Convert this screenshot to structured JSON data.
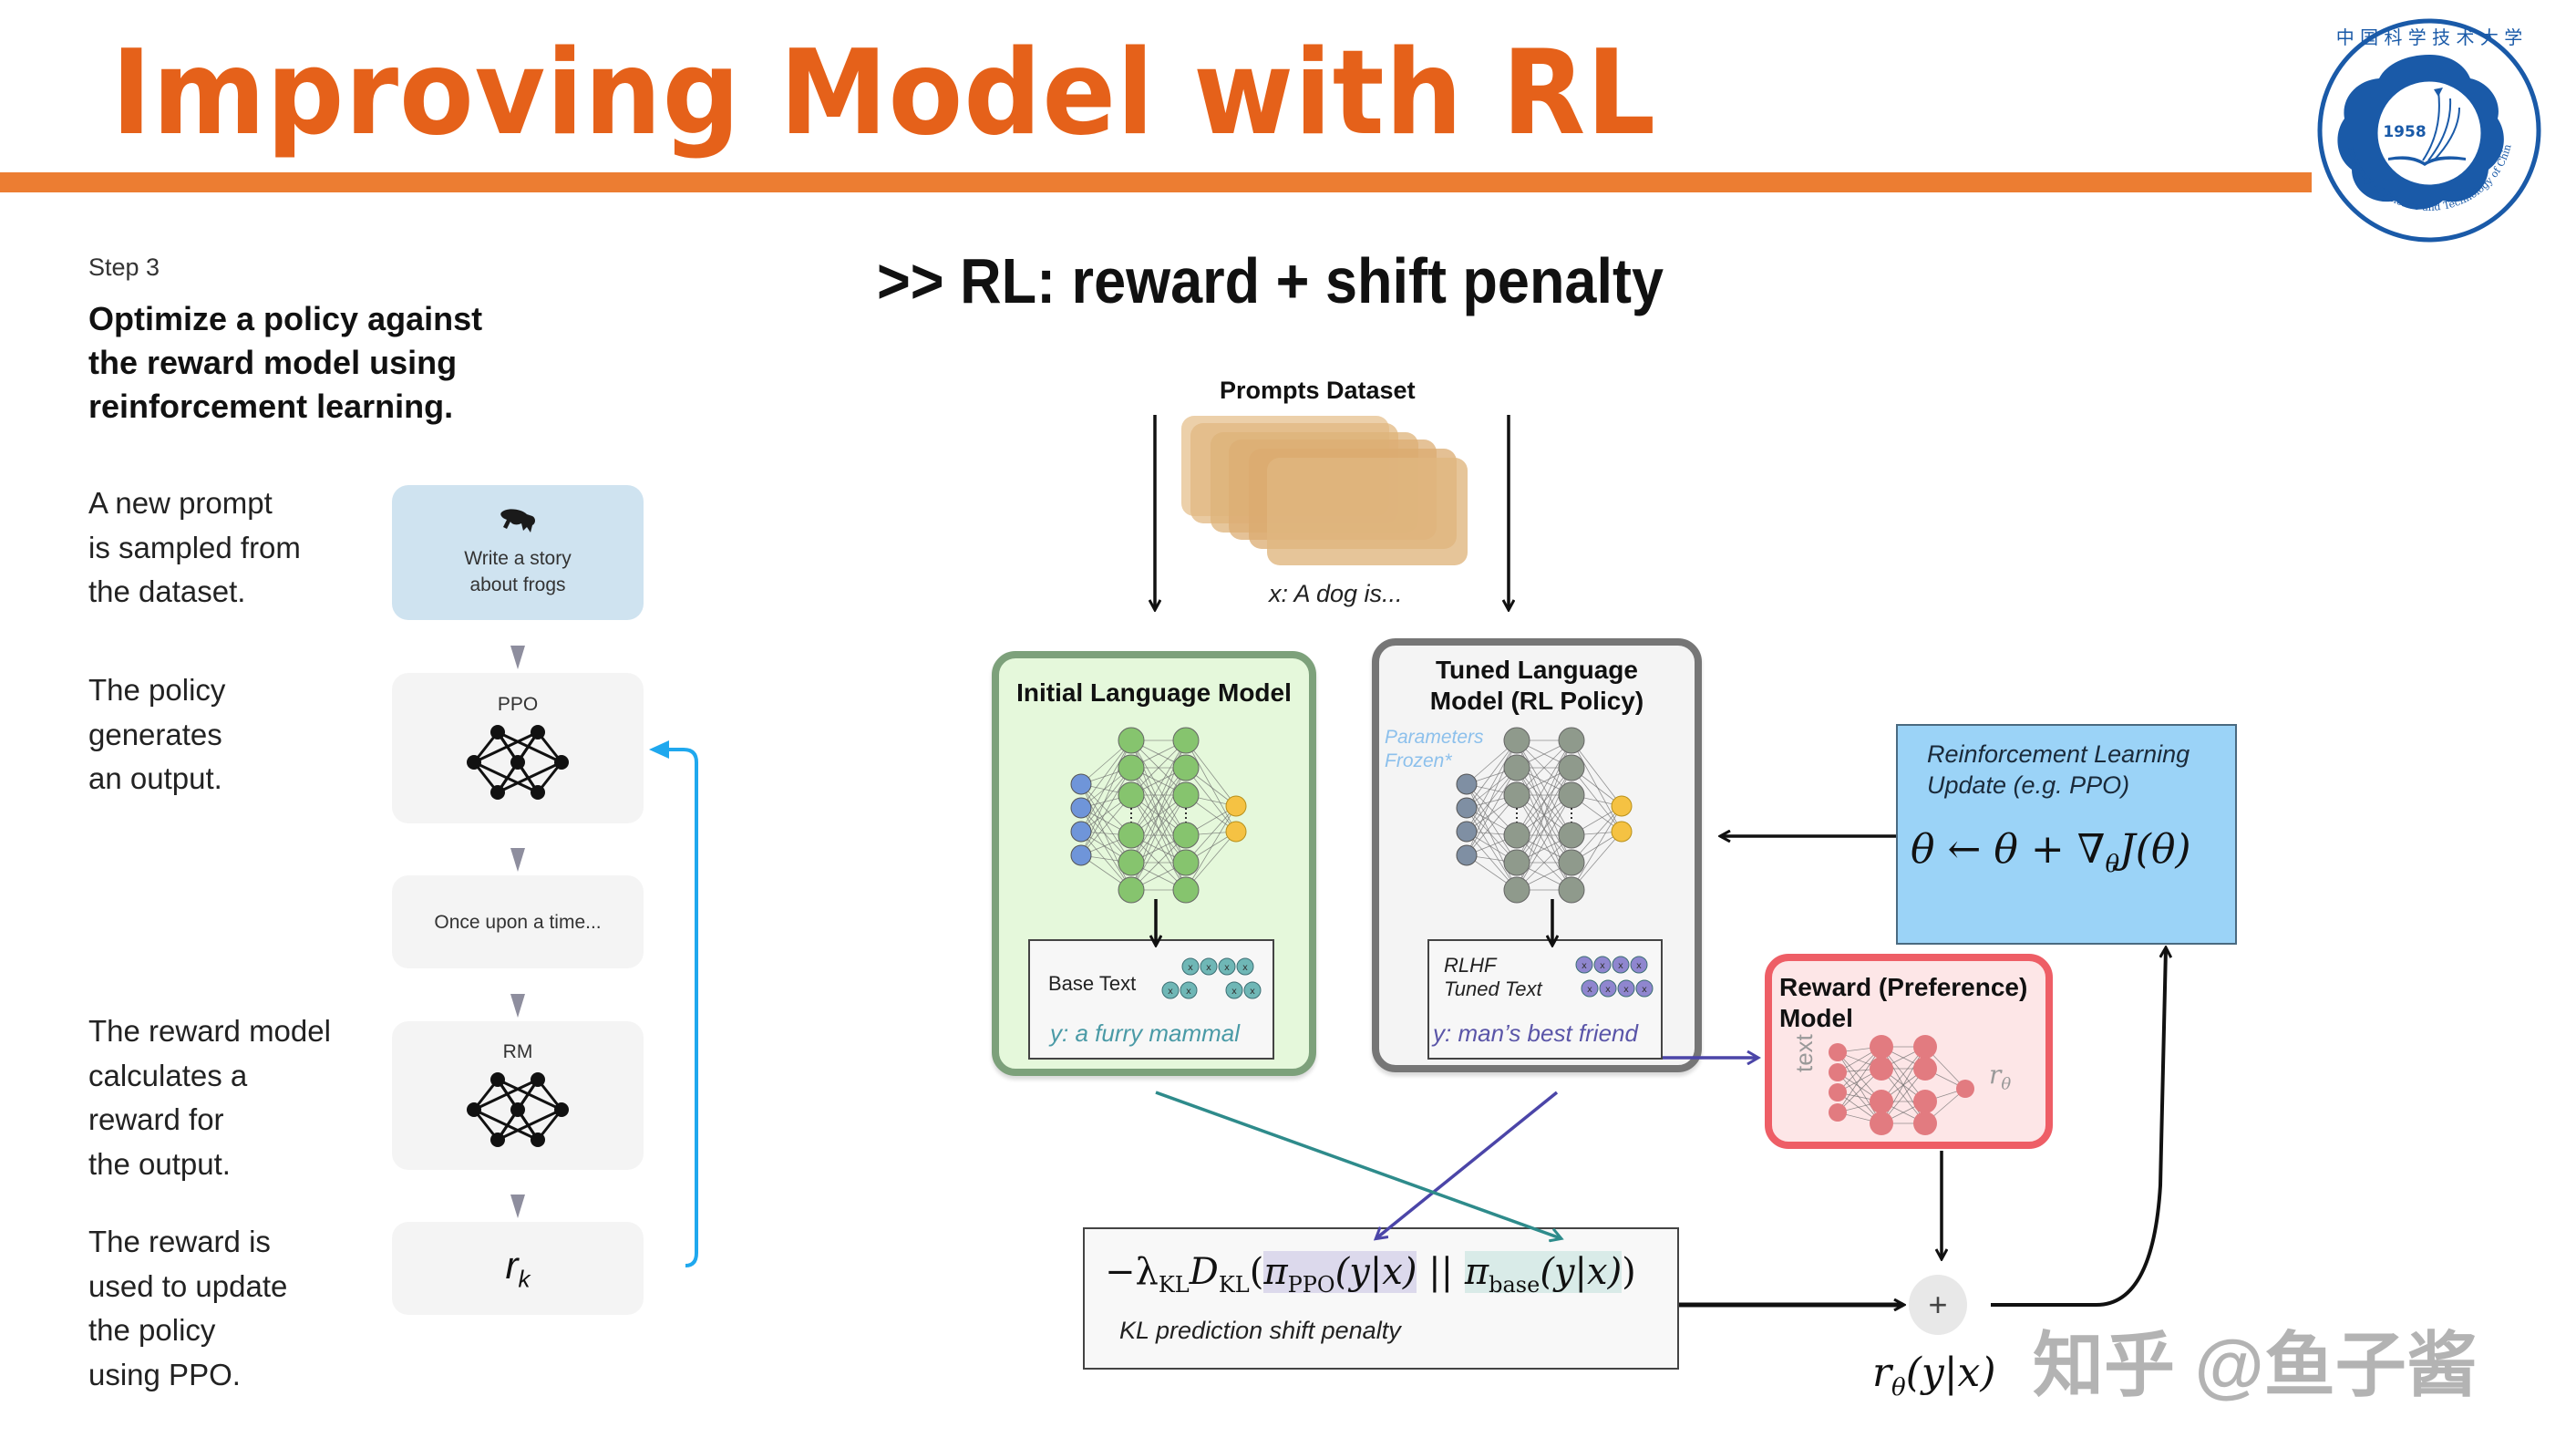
{
  "slide": {
    "title": "Improving Model with RL",
    "logo": {
      "name": "university-seal",
      "year": "1958",
      "ring_text": "University of Science and Technology of China",
      "colors": {
        "primary": "#1a5aa8"
      }
    },
    "accent_color": "#ec7d32",
    "title_color": "#e5611a"
  },
  "left_panel": {
    "step_label": "Step 3",
    "heading_lines": [
      "Optimize a policy against",
      "the reward model using",
      "reinforcement learning."
    ],
    "descriptions": [
      {
        "lines": [
          "A new prompt",
          "is sampled from",
          "the dataset."
        ]
      },
      {
        "lines": [
          "The policy",
          "generates",
          "an output."
        ]
      },
      {
        "lines": [
          "The reward model",
          "calculates a",
          "reward for",
          "the output."
        ]
      },
      {
        "lines": [
          "The reward is",
          "used to update",
          "the policy",
          "using PPO."
        ]
      }
    ],
    "cards": [
      {
        "type": "prompt",
        "icon": "frog-icon",
        "lines": [
          "Write a story",
          "about frogs"
        ]
      },
      {
        "type": "model",
        "label": "PPO",
        "icon": "neural-network-icon"
      },
      {
        "type": "output",
        "text": "Once upon a time..."
      },
      {
        "type": "model",
        "label": "RM",
        "icon": "neural-network-icon"
      },
      {
        "type": "reward",
        "symbol": "r",
        "subscript": "k"
      }
    ],
    "feedback_arrow_color": "#1fa8ee"
  },
  "diagram": {
    "subtitle": ">> RL: reward + shift penalty",
    "prompts_dataset": {
      "label": "Prompts Dataset",
      "sample": "x: A dog is..."
    },
    "initial_lm": {
      "title": "Initial Language Model",
      "output_label": "Base Text",
      "output_y": "y: a furry mammal",
      "colors": {
        "border": "#7da17b",
        "fill": "#e5f8db",
        "input": "#6f95d9",
        "hidden": "#86c46e",
        "output": "#f5c243",
        "tokens": "#6fb7b6"
      }
    },
    "tuned_lm": {
      "title_lines": [
        "Tuned Language",
        "Model (RL Policy)"
      ],
      "frozen_note_lines": [
        "Parameters",
        "Frozen*"
      ],
      "output_label_lines": [
        "RLHF",
        "Tuned Text"
      ],
      "output_y": "y: man’s best friend",
      "colors": {
        "border": "#767676",
        "fill": "#f4f4f4",
        "input": "#7f8fa3",
        "hidden": "#8f9a8c",
        "output": "#f5c243",
        "tokens": "#8f86cf"
      }
    },
    "rl_update": {
      "caption_lines": [
        "Reinforcement Learning",
        "Update (e.g. PPO)"
      ],
      "equation": "θ ← θ + ∇θJ(θ)",
      "equation_parts": {
        "lhs": "θ",
        "arrow": "←",
        "rhs1": "θ",
        "plus": "+",
        "nabla": "∇",
        "sub": "θ",
        "fn": "J(θ)"
      },
      "color": "#9bd3f7"
    },
    "reward_model": {
      "title_lines": [
        "Reward (Preference)",
        "Model"
      ],
      "input_label": "text",
      "output_symbol": "r",
      "output_sub": "θ",
      "colors": {
        "border": "#ee5e66",
        "fill": "#fde6e7",
        "nodes": "#e27b80"
      }
    },
    "kl_penalty": {
      "prefix": "−λ",
      "prefix_sub": "KL",
      "d": "D",
      "d_sub": "KL",
      "ppo_term": "π",
      "ppo_sub": "PPO",
      "ppo_args": "(y|x)",
      "separator": "||",
      "base_term": "π",
      "base_sub": "base",
      "base_args": "(y|x)",
      "caption": "KL prediction shift penalty"
    },
    "sum_node": {
      "symbol": "+",
      "label_main": "r",
      "label_sub": "θ",
      "label_args": "(y|x)"
    },
    "arrow_colors": {
      "tuned_to_kl": "#4b45a8",
      "init_to_kl": "#2e8b8b",
      "black": "#111111"
    }
  },
  "watermark": {
    "text": "知乎 @鱼子酱"
  }
}
